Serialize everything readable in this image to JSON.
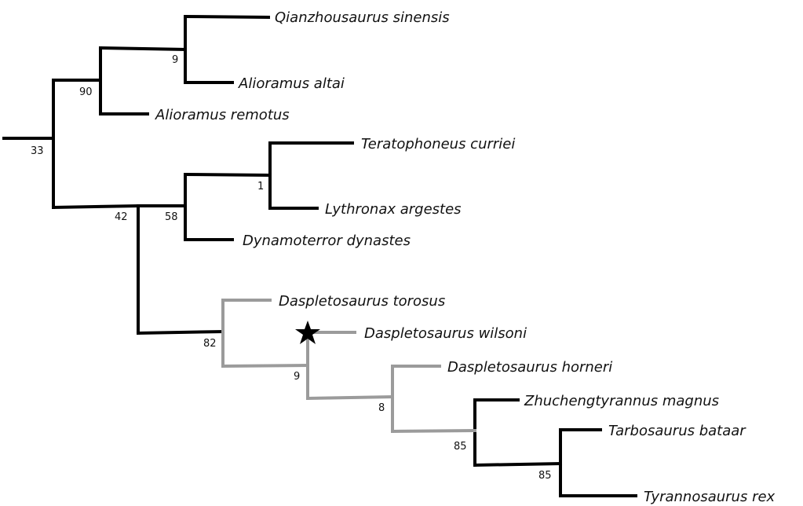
{
  "chart_data": {
    "type": "phylogenetic-tree",
    "title": "",
    "colors": {
      "default_branch": "#000000",
      "highlight_branch": "#9b9b9b",
      "marker": "#000000"
    },
    "taxa": [
      "Qianzhousaurus sinensis",
      "Alioramus altai",
      "Alioramus remotus",
      "Teratophoneus curriei",
      "Lythronax argestes",
      "Dynamoterror dynastes",
      "Daspletosaurus torosus",
      "Daspletosaurus wilsoni",
      "Daspletosaurus horneri",
      "Zhuchengtyrannus magnus",
      "Tarbosaurus bataar",
      "Tyrannosaurus rex"
    ],
    "newick": "((((Qianzhousaurus sinensis,Alioramus altai)9,Alioramus remotus)90,(((Teratophoneus curriei,Lythronax argestes)1,Dynamoterror dynastes)58,(Daspletosaurus torosus,(Daspletosaurus wilsoni,(Daspletosaurus horneri,(Zhuchengtyrannus magnus,(Tarbosaurus bataar,Tyrannosaurus rex)85)85)8)9)82)42)33);",
    "nodes": [
      {
        "id": "root",
        "support": "33",
        "children": [
          "n90",
          "n42"
        ]
      },
      {
        "id": "n90",
        "support": "90",
        "children": [
          "n9a",
          "Alioramus remotus"
        ]
      },
      {
        "id": "n9a",
        "support": "9",
        "children": [
          "Qianzhousaurus sinensis",
          "Alioramus altai"
        ]
      },
      {
        "id": "n42",
        "support": "42",
        "children": [
          "n58",
          "n82"
        ]
      },
      {
        "id": "n58",
        "support": "58",
        "children": [
          "n1",
          "Dynamoterror dynastes"
        ]
      },
      {
        "id": "n1",
        "support": "1",
        "children": [
          "Teratophoneus curriei",
          "Lythronax argestes"
        ]
      },
      {
        "id": "n82",
        "support": "82",
        "children": [
          "Daspletosaurus torosus",
          "n9b"
        ]
      },
      {
        "id": "n9b",
        "support": "9",
        "children": [
          "Daspletosaurus wilsoni",
          "n8"
        ],
        "marker": "star"
      },
      {
        "id": "n8",
        "support": "8",
        "children": [
          "Daspletosaurus horneri",
          "n85a"
        ]
      },
      {
        "id": "n85a",
        "support": "85",
        "children": [
          "Zhuchengtyrannus magnus",
          "n85b"
        ]
      },
      {
        "id": "n85b",
        "support": "85",
        "children": [
          "Tarbosaurus bataar",
          "Tyrannosaurus rex"
        ]
      }
    ],
    "highlighted_clade": "Daspletosaurus (gray branches)",
    "marker_on": "Daspletosaurus wilsoni"
  }
}
